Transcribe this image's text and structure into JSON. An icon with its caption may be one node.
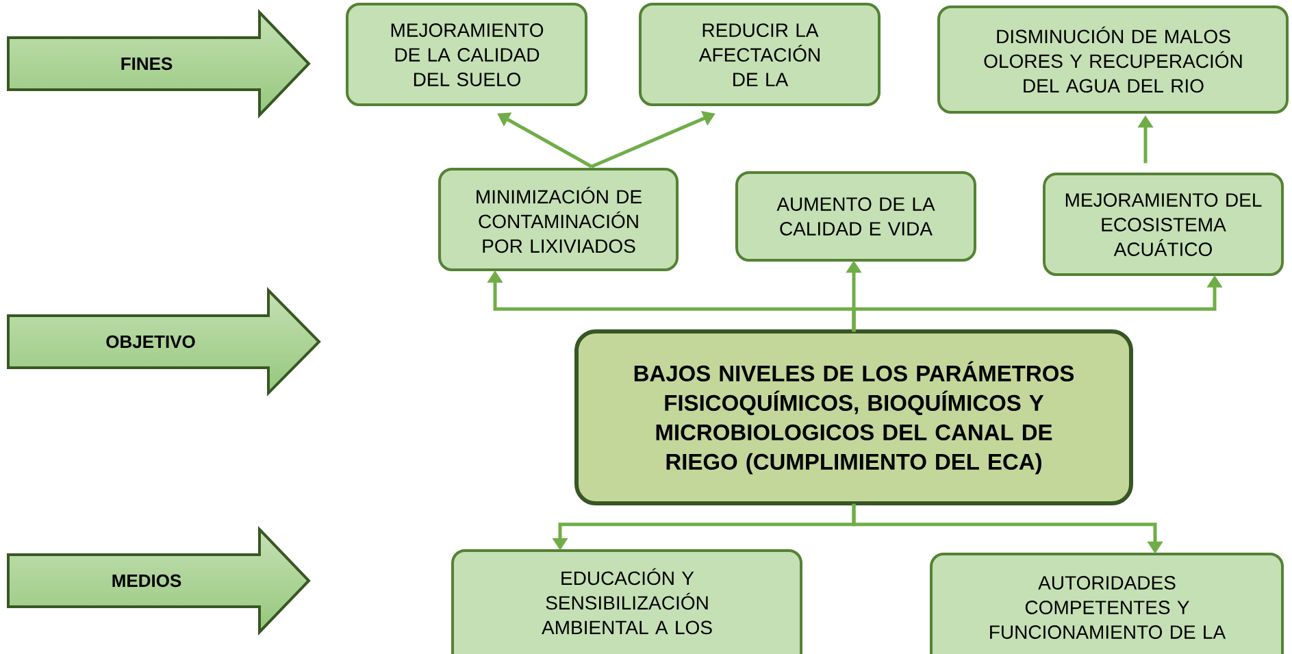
{
  "diagram": {
    "nodes": [
      {
        "text": [
          "FINES"
        ]
      },
      {
        "text": [
          "OBJETIVO"
        ]
      },
      {
        "text": [
          "MEDIOS"
        ]
      },
      {
        "text": [
          "MEJORAMIENTO DE LA CALIDAD DEL SUELO"
        ]
      },
      {
        "text": [
          "REDUCIR LA AFECTACIÓN DE LA"
        ]
      },
      {
        "text": [
          "DISMINUCIÓN DE MALOS OLORES Y RECUPERACIÓN DEL AGUA DEL RIO"
        ]
      },
      {
        "text": [
          "MINIMIZACIÓN DE CONTAMINACIÓN POR LIXIVIADOS"
        ]
      },
      {
        "text": [
          "AUMENTO DE LA CALIDAD E VIDA"
        ]
      },
      {
        "text": [
          "MEJORAMIENTO DEL ECOSISTEMA ACUÁTICO"
        ]
      },
      {
        "text": [
          "BAJOS NIVELES DE LOS PARÁMETROS FISICOQUÍMICOS, BIOQUÍMICOS Y MICROBIOLOGICOS DEL CANAL DE RIEGO (CUMPLIMIENTO DEL ECA)"
        ]
      },
      {
        "text": [
          "EDUCACIÓN Y SENSIBILIZACIÓN AMBIENTAL A LOS"
        ]
      },
      {
        "text": [
          "AUTORIDADES COMPETENTES Y FUNCIONAMIENTO DE LA"
        ]
      }
    ],
    "edges": [
      {
        "from": 6,
        "to": 3,
        "arrow": "to"
      },
      {
        "from": 6,
        "to": 4,
        "arrow": "to"
      },
      {
        "from": 8,
        "to": 5,
        "arrow": "to"
      },
      {
        "from": 9,
        "to": 6,
        "arrow": "to"
      },
      {
        "from": 9,
        "to": 7,
        "arrow": "to"
      },
      {
        "from": 9,
        "to": 8,
        "arrow": "to"
      },
      {
        "from": 9,
        "to": 10,
        "arrow": "to"
      },
      {
        "from": 9,
        "to": 11,
        "arrow": "to"
      }
    ]
  }
}
